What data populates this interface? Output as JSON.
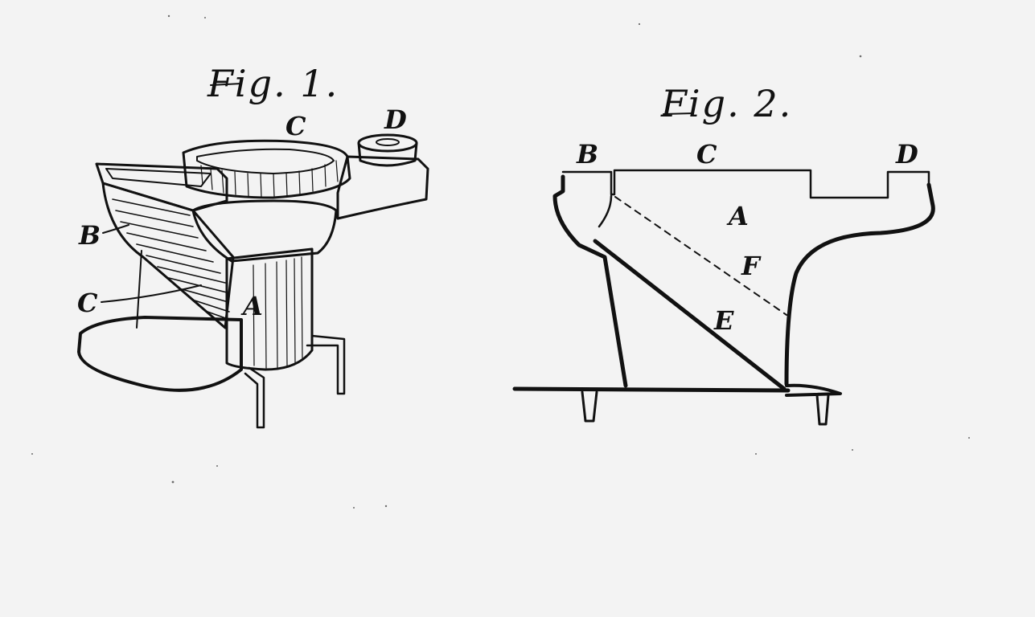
{
  "figures": [
    {
      "title": "Fig. 1.",
      "labels": {
        "C_top": "C",
        "D": "D",
        "B": "B",
        "C_side": "C",
        "A": "A"
      }
    },
    {
      "title": "Fig. 2.",
      "labels": {
        "B": "B",
        "C": "C",
        "D": "D",
        "A": "A",
        "F": "F",
        "E": "E"
      }
    }
  ]
}
